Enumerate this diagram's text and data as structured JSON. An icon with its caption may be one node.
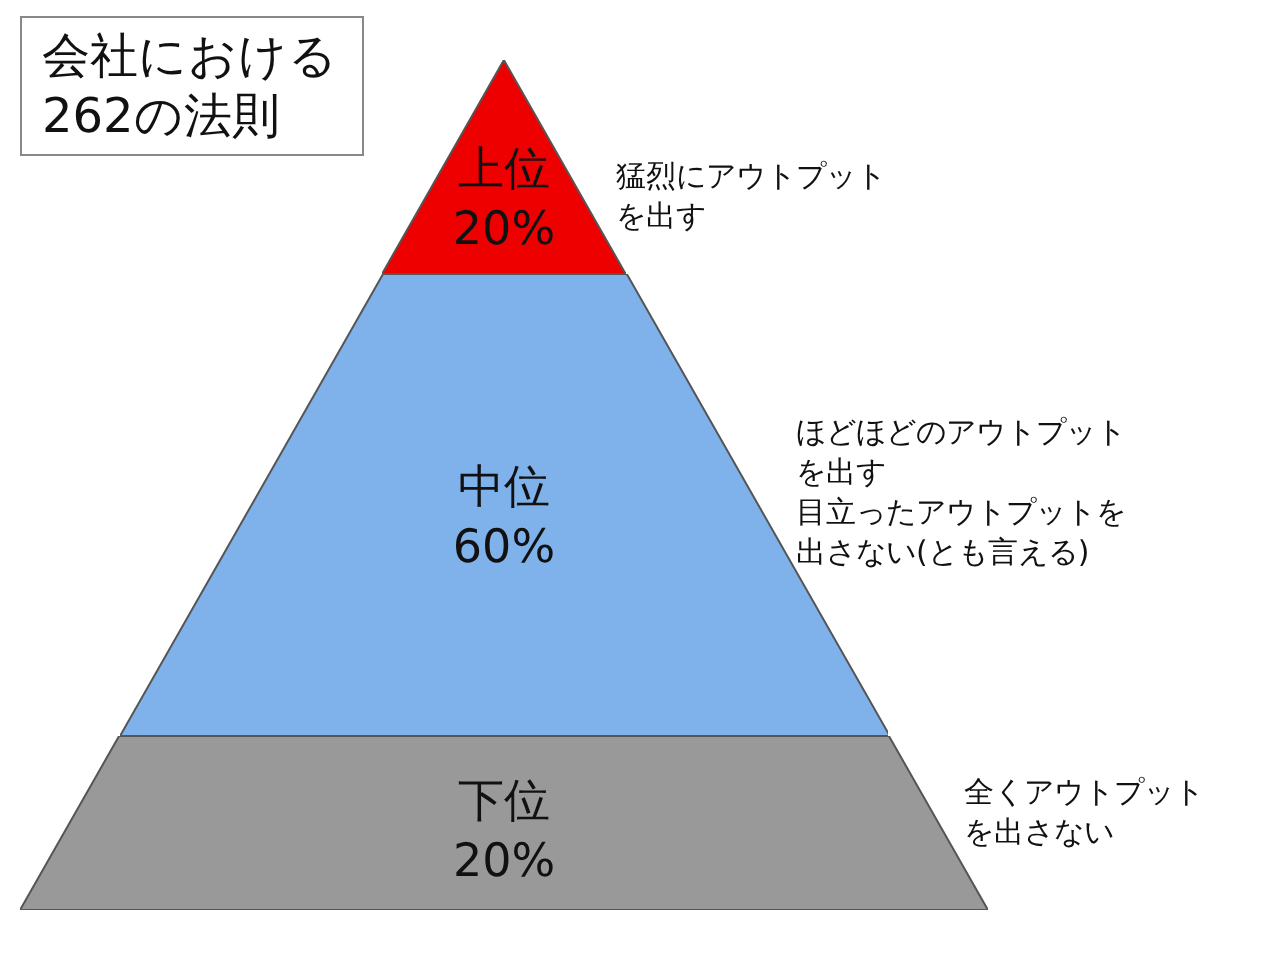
{
  "diagram": {
    "title": "会社における262の法則",
    "nodes": [
      {
        "text": [
          "上位",
          "20%"
        ],
        "beside": [
          "猛烈にアウトプットを出す"
        ]
      },
      {
        "text": [
          "中位",
          "60%"
        ],
        "beside": [
          "ほどほどのアウトプットを出す",
          "目立ったアウトプットを出さない(とも言える)"
        ]
      },
      {
        "text": [
          "下位",
          "20%"
        ],
        "beside": [
          "全くアウトプットを出さない"
        ]
      }
    ]
  }
}
